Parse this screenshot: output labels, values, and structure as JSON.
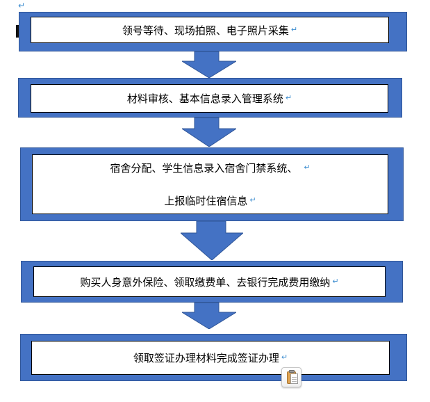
{
  "document": {
    "paragraph_mark": "↵"
  },
  "flow": {
    "steps": [
      {
        "lines": [
          "领号等待、现场拍照、电子照片采集"
        ]
      },
      {
        "lines": [
          "材料审核、基本信息录入管理系统"
        ]
      },
      {
        "lines": [
          "宿舍分配、学生信息录入宿舍门禁系统、",
          "上报临时住宿信息"
        ]
      },
      {
        "lines": [
          "购买人身意外保险、领取缴费单、去银行完成费用缴纳"
        ]
      },
      {
        "lines": [
          "领取签证办理材料完成签证办理"
        ]
      }
    ]
  },
  "icons": {
    "paste_options": "clipboard-paste-icon"
  },
  "colors": {
    "shape_fill": "#4472C4",
    "shape_border": "#2F5597",
    "inner_border": "#000000",
    "pilcrow": "#3E8ED0",
    "text": "#000000"
  }
}
